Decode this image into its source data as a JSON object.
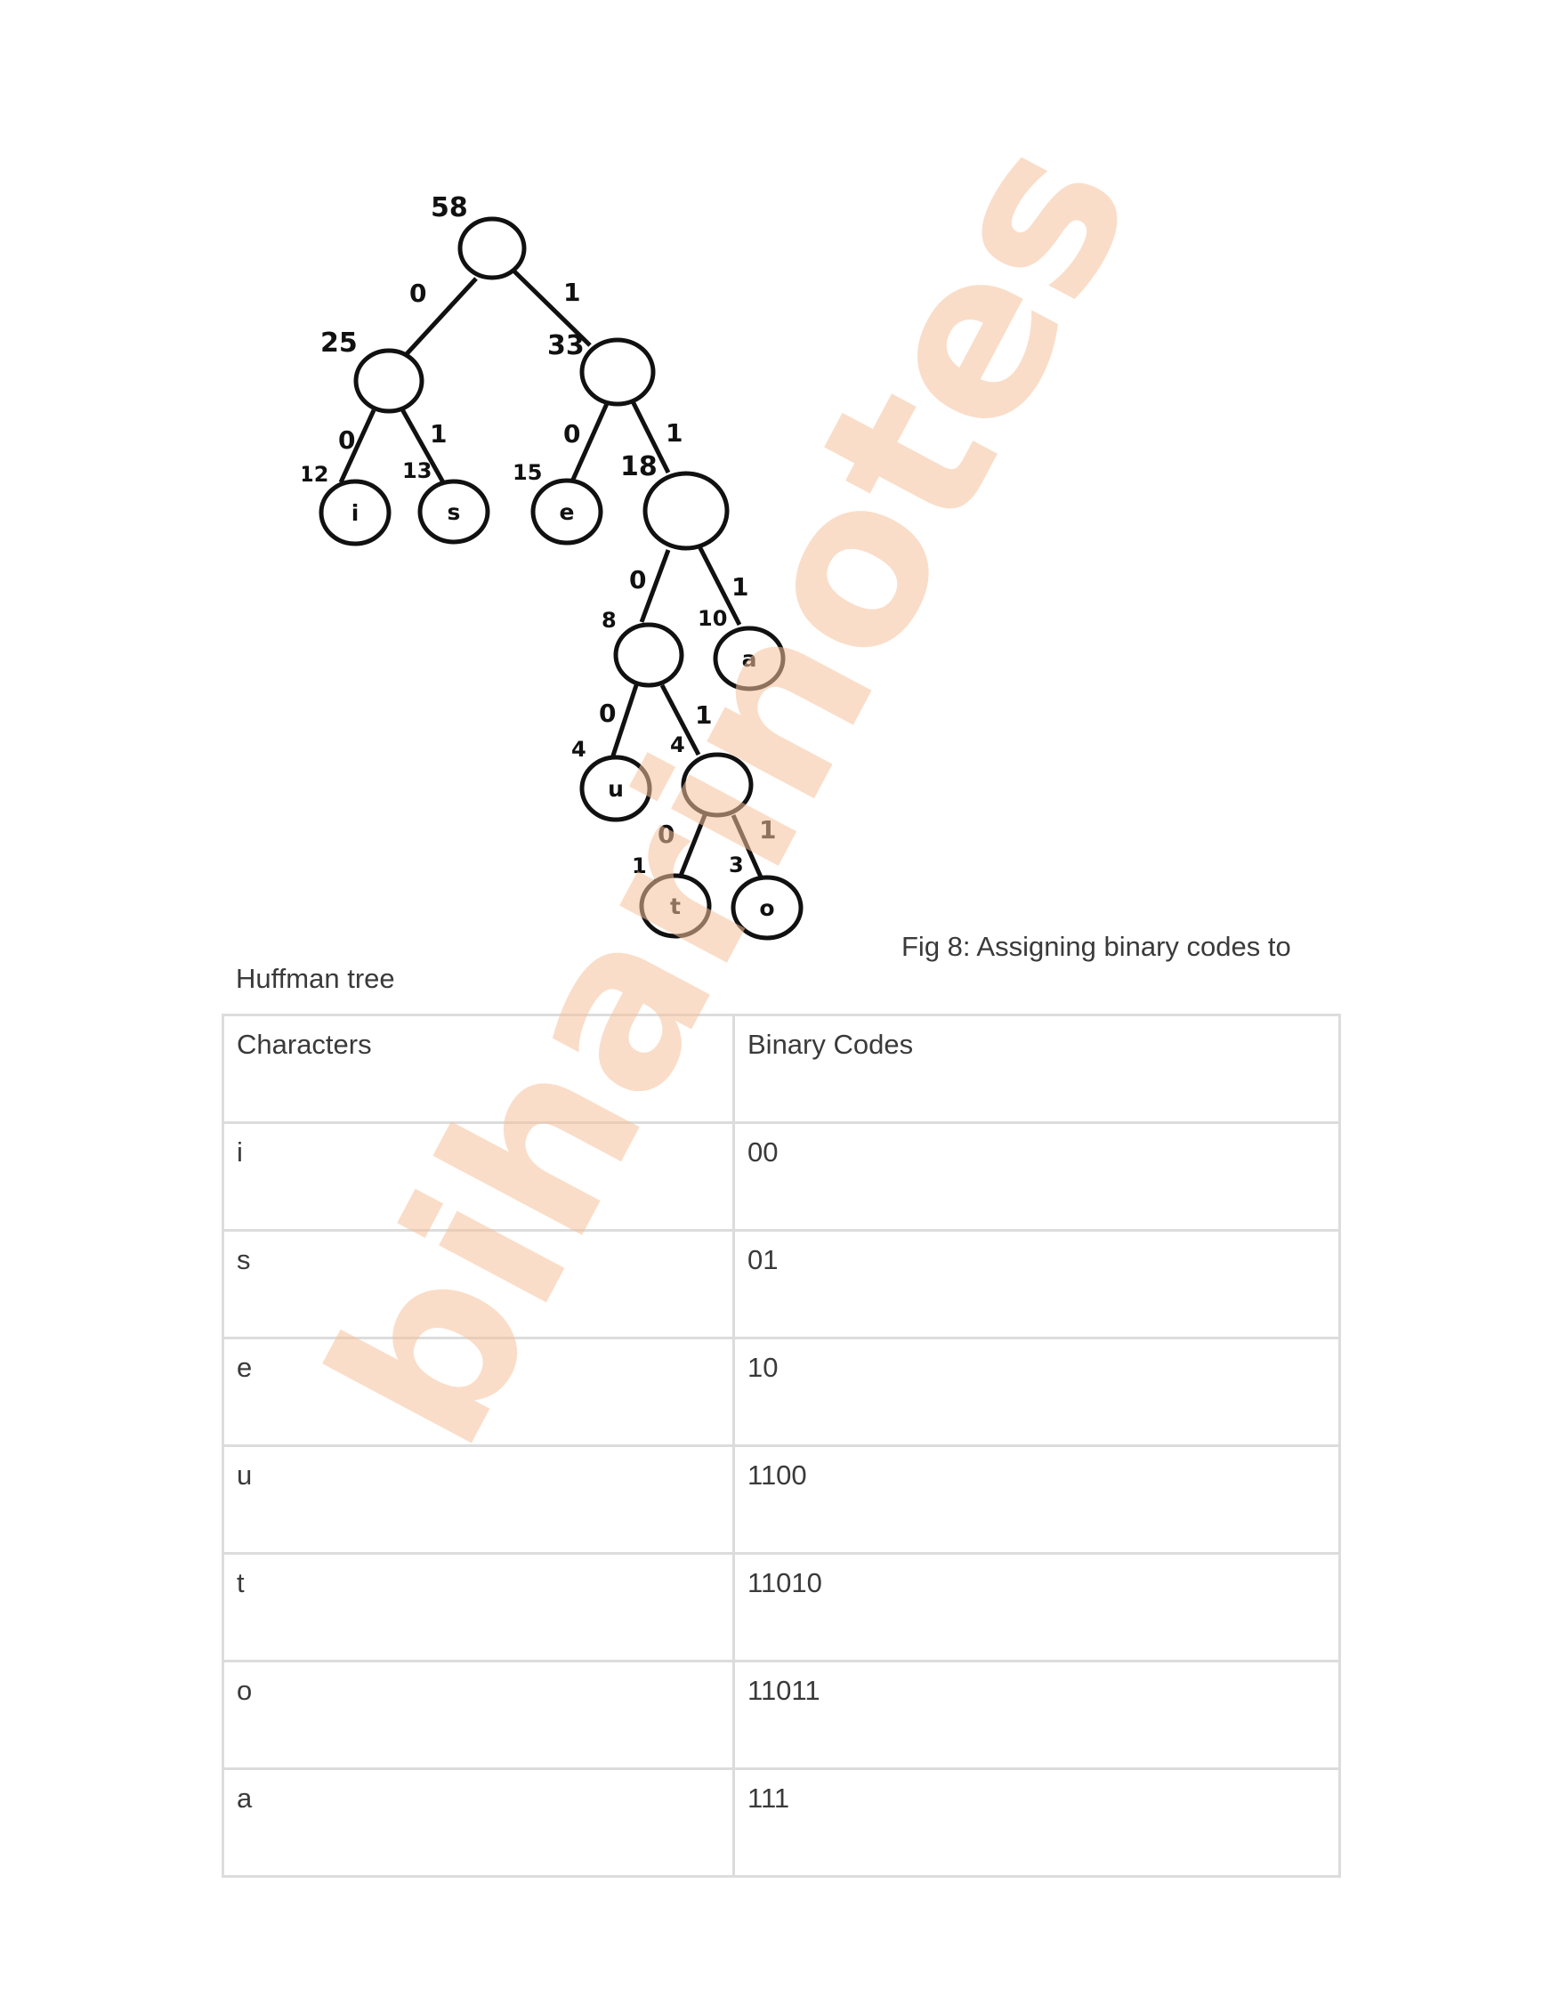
{
  "figure": {
    "caption_line1": "Fig 8: Assigning binary codes to",
    "caption_line2": "Huffman tree",
    "tree": {
      "weights": {
        "root": "58",
        "n25": "25",
        "n33": "33",
        "n18": "18",
        "n8": "8",
        "n4": "4",
        "i": "12",
        "s": "13",
        "e": "15",
        "a": "10",
        "u": "4",
        "t": "1",
        "o": "3"
      },
      "edges": {
        "root_left": "0",
        "root_right": "1",
        "n25_left": "0",
        "n25_right": "1",
        "n33_left": "0",
        "n33_right": "1",
        "n18_left": "0",
        "n18_right": "1",
        "n8_left": "0",
        "n8_right": "1",
        "n4_left": "0",
        "n4_right": "1"
      },
      "leaves": {
        "i": "i",
        "s": "s",
        "e": "e",
        "a": "a",
        "u": "u",
        "t": "t",
        "o": "o"
      }
    }
  },
  "table": {
    "headers": [
      "Characters",
      "Binary Codes"
    ],
    "rows": [
      [
        "i",
        "00"
      ],
      [
        "s",
        "01"
      ],
      [
        "e",
        "10"
      ],
      [
        "u",
        "1100"
      ],
      [
        "t",
        "11010"
      ],
      [
        "o",
        "11011"
      ],
      [
        "a",
        "111"
      ]
    ]
  },
  "watermark": {
    "text": "biharinotes"
  }
}
